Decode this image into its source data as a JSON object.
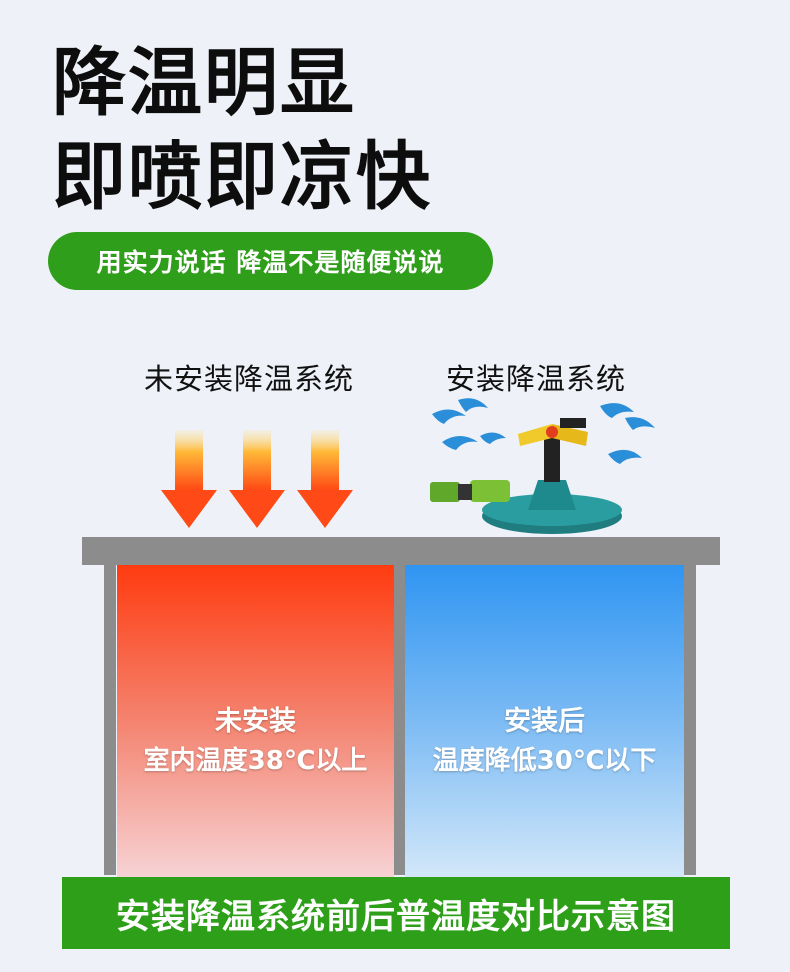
{
  "headline": {
    "line1": "降温明显",
    "line2": "即喷即凉快"
  },
  "slogan": "用实力说话 降温不是随便说说",
  "comparison": {
    "left_label": "未安装降温系统",
    "right_label": "安装降温系统",
    "hot_panel": {
      "title": "未安装",
      "subtitle": "室内温度38℃以上"
    },
    "cool_panel": {
      "title": "安装后",
      "subtitle": "温度降低30℃以下"
    }
  },
  "caption": "安装降温系统前后普温度对比示意图",
  "icons": [
    "heat-arrow-icon",
    "water-drop-icon",
    "sprinkler-icon"
  ],
  "colors": {
    "green": "#2f9e1a",
    "hot": "#ff3b10",
    "cool": "#2f95f2",
    "table": "#8c8c8c"
  }
}
